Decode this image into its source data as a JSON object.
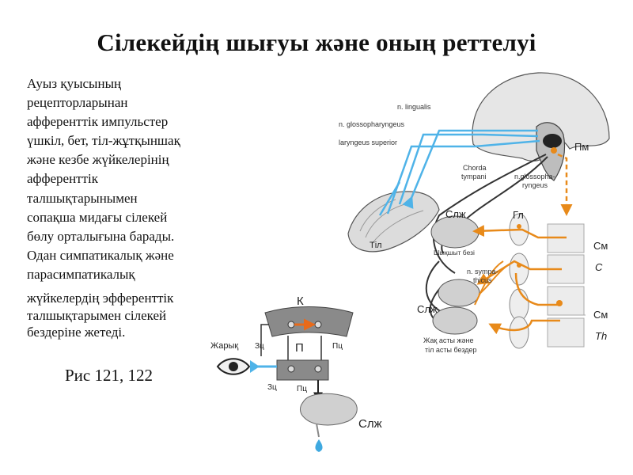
{
  "title": "Сілекейдің шығуы және оның реттелуі",
  "body": {
    "paragraph1": [
      "Ауыз қуысының",
      "рецепторларынан",
      "афференттік импульстер",
      "үшкіл, бет, тіл-жұтқыншақ",
      "және кезбе жүйкелерінің",
      "афференттік",
      "талшықтарынымен",
      "сопақша мидағы сілекей",
      "бөлу орталығына барады.",
      "Одан симпатикалық және",
      "парасимпатикалық"
    ],
    "paragraph2": [
      "жүйкелердің эфференттік",
      "талшықтарымен сілекей",
      "бездеріне жетеді."
    ],
    "figure_ref": "Рис 121, 122"
  },
  "diagram_upper": {
    "labels": {
      "n_lingualis": "n. lingualis",
      "n_glossopharyngeus": "n. glossopharyngeus",
      "laryngeus_superior": "laryngeus superior",
      "chorda_1": "Chorda",
      "chorda_2": "tympani",
      "n_glosso_r1": "n.glossopha-",
      "n_glosso_r2": "ryngeus",
      "pm": "Пм",
      "til": "Тіл",
      "slzh_top": "Слж",
      "gl": "Гл",
      "shyk": "Шықшыт безі",
      "symp_1": "n. sympa-",
      "symp_2": "thicus",
      "slzh_bottom": "Слж",
      "jaq_1": "Жақ асты және",
      "jaq_2": "тіл асты бездер",
      "sm1": "См",
      "c": "С",
      "sm2": "См",
      "th": "Th"
    },
    "colors": {
      "afferent": "#4fb3e8",
      "efferent": "#e88a1a",
      "nerve": "#333333",
      "tongue": "#dcdcdc"
    }
  },
  "diagram_lower": {
    "labels": {
      "k": "К",
      "p": "П",
      "zhary": "Жарық",
      "zts_top": "Зц",
      "pts_top": "Пц",
      "zts_bottom": "Зц",
      "pts_bottom": "Пц",
      "slzh": "Слж"
    },
    "colors": {
      "signal": "#e86a1a",
      "input": "#4fb3e8",
      "drop": "#3fa9e0"
    }
  }
}
